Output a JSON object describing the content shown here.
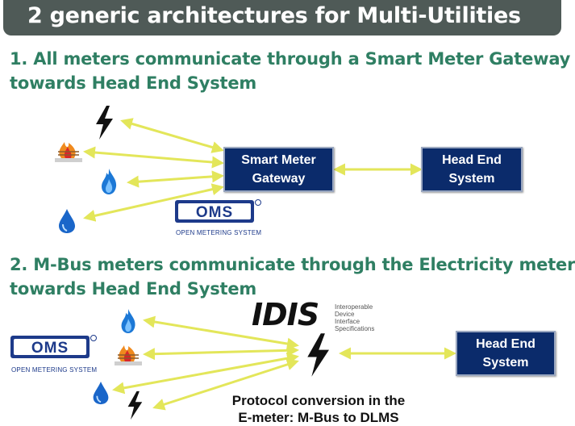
{
  "title": "2 generic architectures for Multi-Utilities",
  "section1": {
    "heading_line1": "1. All meters communicate through a Smart Meter Gateway",
    "heading_line2": "towards Head End System",
    "gateway_line1": "Smart Meter",
    "gateway_line2": "Gateway",
    "hes_line1": "Head End",
    "hes_line2": "System",
    "oms_logo": "OMS",
    "oms_caption": "OPEN METERING SYSTEM"
  },
  "section2": {
    "heading_line1": "2. M-Bus meters communicate through the Electricity meter",
    "heading_line2": "towards Head End System",
    "idis_logo": "IDIS",
    "idis_desc": [
      "Interoperable",
      "Device",
      "Interface",
      "Specifications"
    ],
    "hes_line1": "Head End",
    "hes_line2": "System",
    "oms_logo": "OMS",
    "oms_caption": "OPEN METERING SYSTEM",
    "note_line1": "Protocol conversion in the",
    "note_line2": "E-meter: M-Bus to DLMS"
  },
  "icons": [
    "lightning-icon",
    "heat-icon",
    "flame-icon",
    "water-drop-icon"
  ],
  "colors": {
    "title_bar": "#4f5a57",
    "heading": "#2f7f63",
    "box": "#0b2b6b",
    "arrow": "#e3e65a"
  }
}
